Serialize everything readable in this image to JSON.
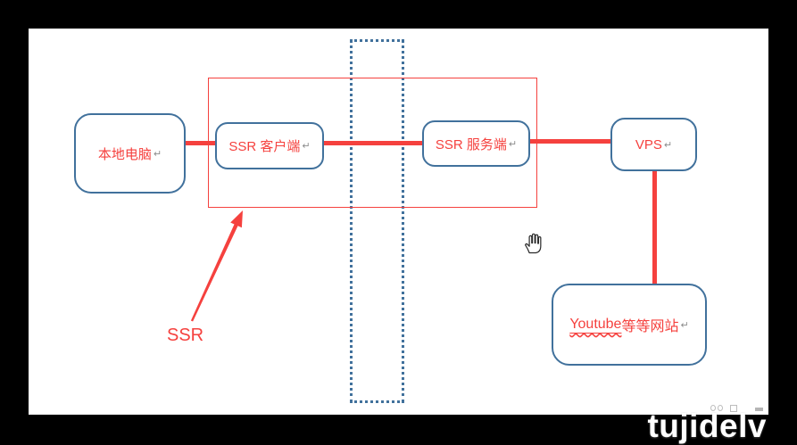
{
  "diagram": {
    "colors": {
      "red": "#F5413E",
      "blue": "#41719C",
      "canvas": "#FFFFFF",
      "frame": "#000000"
    },
    "nodes": {
      "local": {
        "label": "本地电脑"
      },
      "client": {
        "label": "SSR 客户端"
      },
      "server": {
        "label": "SSR 服务端"
      },
      "vps": {
        "label": "VPS"
      },
      "youtube": {
        "link_text": "Youtube",
        "suffix": " 等等网站"
      }
    },
    "return_mark": "↵",
    "annotation": {
      "label": "SSR"
    }
  },
  "cursor": {
    "type": "hand-grab"
  },
  "watermark": {
    "text": "tujidelv"
  }
}
